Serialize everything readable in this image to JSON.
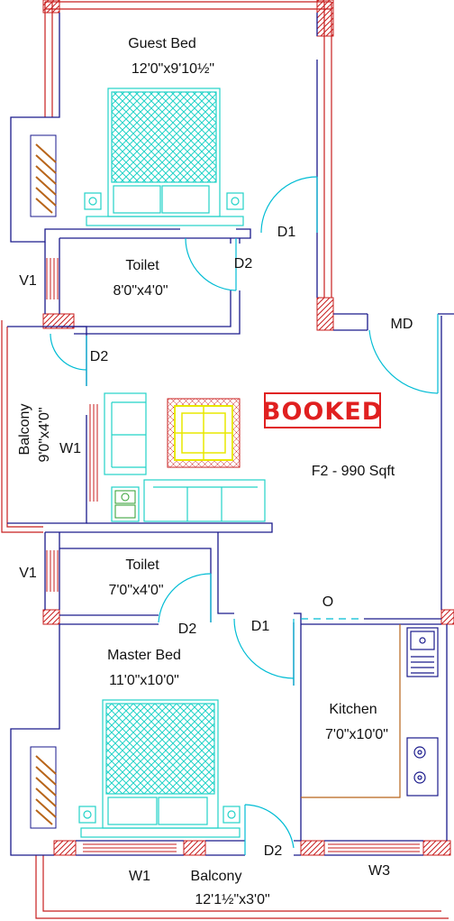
{
  "colors": {
    "wall": "#1a1a8c",
    "outer": "#c81e1e",
    "door": "#00bcd4",
    "bed": "#22d3c8",
    "table": "#e8e800",
    "brown": "#b8651a",
    "booked": "#e02020"
  },
  "status": "BOOKED",
  "unit": "F2 - 990 Sqft",
  "rooms": {
    "guest_bed": {
      "name": "Guest Bed",
      "size": "12'0\"x9'10½\""
    },
    "toilet_top": {
      "name": "Toilet",
      "size": "8'0\"x4'0\""
    },
    "balcony_left": {
      "name": "Balcony",
      "size": "9'0\"x4'0\""
    },
    "toilet_bottom": {
      "name": "Toilet",
      "size": "7'0\"x4'0\""
    },
    "master_bed": {
      "name": "Master Bed",
      "size": "11'0\"x10'0\""
    },
    "kitchen": {
      "name": "Kitchen",
      "size": "7'0\"x10'0\""
    },
    "balcony_bottom": {
      "name": "Balcony",
      "size": "12'1½\"x3'0\""
    }
  },
  "openings": {
    "d1_top": "D1",
    "d2_top_toilet": "D2",
    "v1_top": "V1",
    "md": "MD",
    "d2_balcony": "D2",
    "w1_balcony": "W1",
    "v1_bottom": "V1",
    "o": "O",
    "d2_bottom_toilet": "D2",
    "d1_master": "D1",
    "d2_master_balcony": "D2",
    "w1_bottom": "W1",
    "w3": "W3"
  }
}
